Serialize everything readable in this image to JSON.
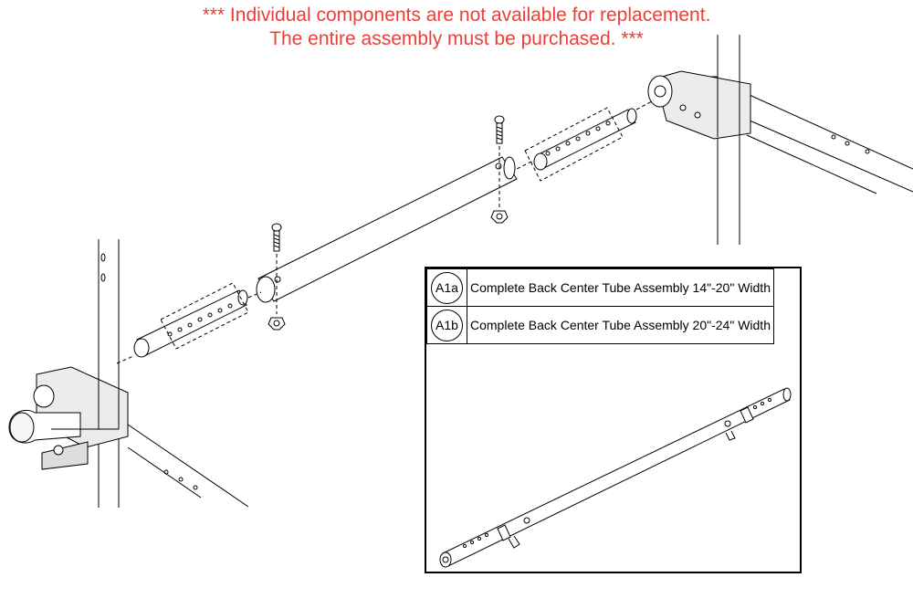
{
  "warning": {
    "line1": "*** Individual components are not available for replacement.",
    "line2": "The entire assembly must be purchased. ***",
    "color": "#e8403a"
  },
  "legend": {
    "items": [
      {
        "id": "A1a",
        "description": "Complete Back Center Tube Assembly 14\"-20\" Width"
      },
      {
        "id": "A1b",
        "description": "Complete Back Center Tube Assembly 20\"-24\" Width"
      }
    ]
  }
}
